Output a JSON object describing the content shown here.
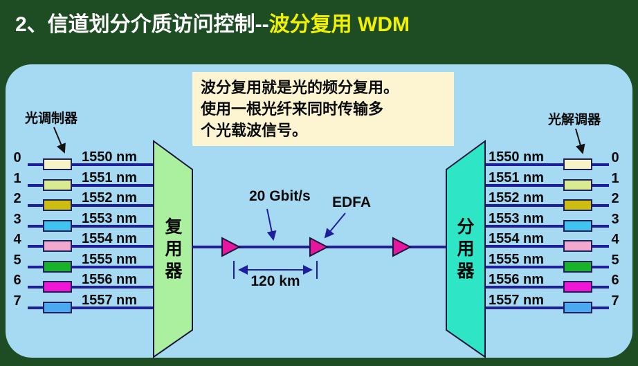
{
  "title": {
    "prefix": "2、信道划分介质访问控制--",
    "highlight": "波分复用 WDM"
  },
  "info_box": {
    "lines": [
      "波分复用就是光的频分复用。",
      "使用一根光纤来同时传输多",
      "个光载波信号。"
    ]
  },
  "labels": {
    "modulator": "光调制器",
    "demodulator": "光解调器",
    "mux": "复用器",
    "demux": "分用器",
    "bitrate": "20 Gbit/s",
    "amplifier": "EDFA",
    "distance": "120 km"
  },
  "channels": [
    {
      "num": "0",
      "wavelength": "1550 nm",
      "color": "#f7f3c6"
    },
    {
      "num": "1",
      "wavelength": "1551 nm",
      "color": "#d9ea92"
    },
    {
      "num": "2",
      "wavelength": "1552 nm",
      "color": "#cdbd12"
    },
    {
      "num": "3",
      "wavelength": "1553 nm",
      "color": "#41c3ef"
    },
    {
      "num": "4",
      "wavelength": "1554 nm",
      "color": "#f2a9cf"
    },
    {
      "num": "5",
      "wavelength": "1555 nm",
      "color": "#19b22b"
    },
    {
      "num": "6",
      "wavelength": "1556 nm",
      "color": "#f016d6"
    },
    {
      "num": "7",
      "wavelength": "1557 nm",
      "color": "#4aa9f0"
    }
  ],
  "colors": {
    "bg_green": "#1e4d24",
    "panel_blue": "#a6d9f2",
    "title_yellow": "#f2f200",
    "info_cream": "#fdf5d2",
    "wire_navy": "#1f1f9e",
    "mux_green": "#abf09e",
    "demux_cyan": "#2ee6c6",
    "amp_magenta": "#e8159e",
    "ink_black": "#111111"
  }
}
